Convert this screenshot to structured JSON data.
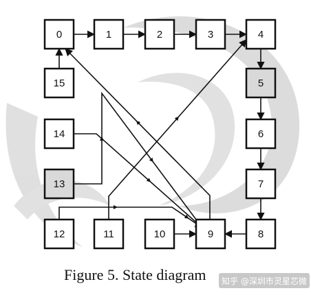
{
  "diagram": {
    "caption": "Figure 5. State diagram",
    "states": [
      {
        "id": "0",
        "label": "0",
        "shaded": false
      },
      {
        "id": "1",
        "label": "1",
        "shaded": false
      },
      {
        "id": "2",
        "label": "2",
        "shaded": false
      },
      {
        "id": "3",
        "label": "3",
        "shaded": false
      },
      {
        "id": "4",
        "label": "4",
        "shaded": false
      },
      {
        "id": "5",
        "label": "5",
        "shaded": true
      },
      {
        "id": "6",
        "label": "6",
        "shaded": false
      },
      {
        "id": "7",
        "label": "7",
        "shaded": false
      },
      {
        "id": "8",
        "label": "8",
        "shaded": false
      },
      {
        "id": "9",
        "label": "9",
        "shaded": false
      },
      {
        "id": "10",
        "label": "10",
        "shaded": false
      },
      {
        "id": "11",
        "label": "11",
        "shaded": false
      },
      {
        "id": "12",
        "label": "12",
        "shaded": false
      },
      {
        "id": "13",
        "label": "13",
        "shaded": true
      },
      {
        "id": "14",
        "label": "14",
        "shaded": false
      },
      {
        "id": "15",
        "label": "15",
        "shaded": false
      }
    ],
    "transitions": [
      {
        "from": "0",
        "to": "1"
      },
      {
        "from": "1",
        "to": "2"
      },
      {
        "from": "2",
        "to": "3"
      },
      {
        "from": "3",
        "to": "4"
      },
      {
        "from": "4",
        "to": "5"
      },
      {
        "from": "5",
        "to": "6"
      },
      {
        "from": "6",
        "to": "7"
      },
      {
        "from": "7",
        "to": "8"
      },
      {
        "from": "8",
        "to": "9"
      },
      {
        "from": "10",
        "to": "9"
      },
      {
        "from": "9",
        "to": "0"
      },
      {
        "from": "11",
        "to": "4"
      },
      {
        "from": "12",
        "to": "9"
      },
      {
        "from": "13",
        "to": "9"
      },
      {
        "from": "14",
        "to": "9"
      },
      {
        "from": "15",
        "to": "0"
      }
    ]
  },
  "watermark": {
    "text": "知乎 @深圳市灵星芯微"
  },
  "colors": {
    "node_fill": "#ffffff",
    "node_shaded_fill": "#d9d9d9",
    "stroke": "#111111",
    "watermark_swirl": "#d4d4d4"
  }
}
